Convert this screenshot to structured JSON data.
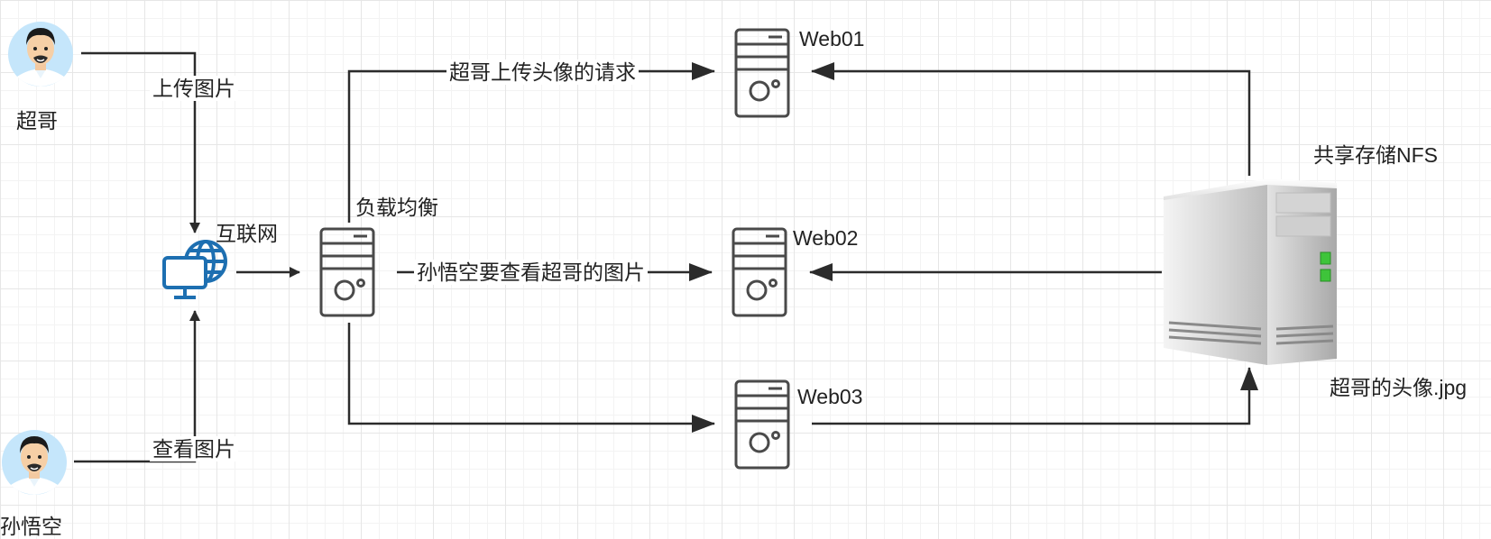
{
  "users": {
    "chaoge": {
      "name": "超哥",
      "avatar_icon": "man-avatar-icon"
    },
    "sunwukong": {
      "name": "孙悟空",
      "avatar_icon": "man-avatar-icon"
    }
  },
  "edges": {
    "upload": "上传图片",
    "view": "查看图片",
    "upload_request": "超哥上传头像的请求",
    "view_request": "孙悟空要查看超哥的图片"
  },
  "nodes": {
    "internet": "互联网",
    "load_balancer": "负载均衡",
    "web01": "Web01",
    "web02": "Web02",
    "web03": "Web03",
    "nfs": "共享存储NFS",
    "nfs_file": "超哥的头像.jpg"
  },
  "colors": {
    "line": "#2b2b2b",
    "server_stroke": "#4a4a4a",
    "internet_icon": "#1d6fb1",
    "nfs_led": "#3ec43a"
  }
}
